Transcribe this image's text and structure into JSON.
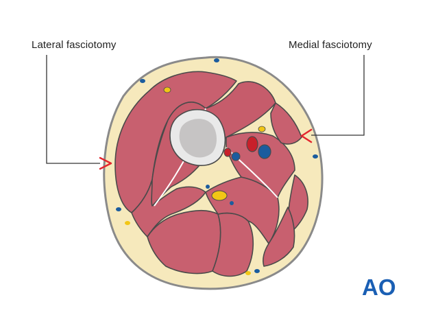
{
  "labels": {
    "lateral": "Lateral fasciotomy",
    "medial": "Medial fasciotomy"
  },
  "logo": {
    "text": "AO",
    "color": "#1a5fb4"
  },
  "colors": {
    "skin_outline": "#8a8a8a",
    "fat": "#f6e9bc",
    "muscle": "#c8606f",
    "muscle_outline": "#4a4a4a",
    "bone_outer": "#e9e9e9",
    "bone_inner": "#c6c4c4",
    "artery": "#c8202a",
    "vein": "#1b5c9e",
    "nerve": "#f2c616",
    "incision": "#e3262e",
    "leader": "#333333"
  }
}
